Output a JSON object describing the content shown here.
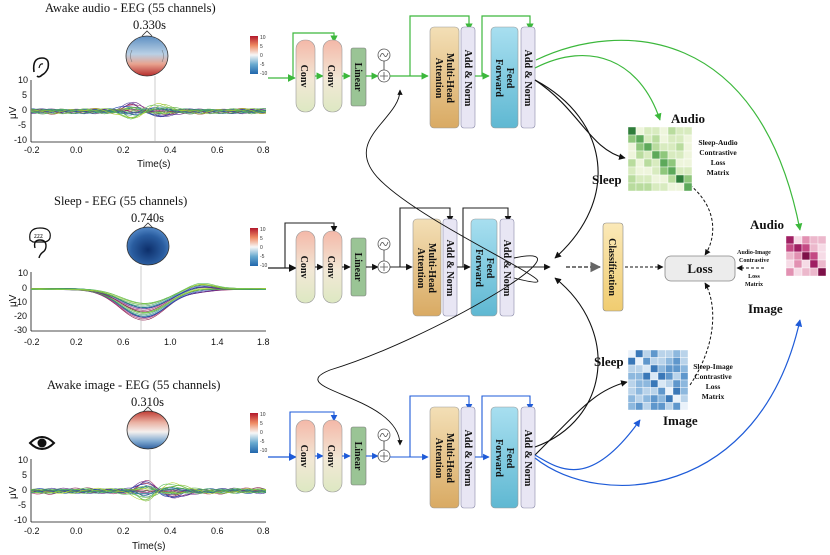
{
  "eeg_panels": [
    {
      "title": "Awake audio - EEG (55 channels)",
      "time": "0.330s",
      "ylabel": "μV",
      "xlabel": "Time(s)",
      "yticks": [
        "10",
        "5",
        "0",
        "-5",
        "-10"
      ],
      "xticks": [
        "-0.2",
        "0.0",
        "0.2",
        "0.4",
        "0.6",
        "0.8"
      ],
      "colorbar": [
        "10",
        "5",
        "0",
        "-5",
        "-10"
      ],
      "icon": "ear-icon"
    },
    {
      "title": "Sleep - EEG (55 channels)",
      "time": "0.740s",
      "ylabel": "μV",
      "xlabel": "",
      "yticks": [
        "10",
        "0",
        "-10",
        "-20",
        "-30"
      ],
      "xticks": [
        "-0.2",
        "0.2",
        "0.6",
        "1.0",
        "1.4",
        "1.8"
      ],
      "colorbar": [
        "10",
        "5",
        "0",
        "-5",
        "-10"
      ],
      "icon": "sleeping-head-icon"
    },
    {
      "title": "Awake image - EEG (55 channels)",
      "time": "0.310s",
      "ylabel": "μV",
      "xlabel": "Time(s)",
      "yticks": [
        "10",
        "5",
        "0",
        "-5",
        "-10"
      ],
      "xticks": [
        "-0.2",
        "0.0",
        "0.2",
        "0.4",
        "0.6",
        "0.8"
      ],
      "colorbar": [
        "10",
        "5",
        "0",
        "-5",
        "-10"
      ],
      "icon": "eye-icon"
    }
  ],
  "blocks": {
    "conv": "Conv",
    "linear": "Linear",
    "mha_line1": "Multi-Head",
    "mha_line2": "Attention",
    "addnorm": "Add & Norm",
    "ff_line1": "Feed",
    "ff_line2": "Forward",
    "classification": "Classification",
    "loss": "Loss"
  },
  "matrices": {
    "audio_title": "Audio",
    "sleep_label_top": "Sleep",
    "sleep_audio_desc": [
      "Sleep-Audio",
      "Contrastive",
      "Loss",
      "Matrix"
    ],
    "sleep_label_bottom": "Sleep",
    "image_title": "Image",
    "sleep_image_desc": [
      "Sleep-Image",
      "Contrastive",
      "Loss",
      "Matrix"
    ],
    "right_audio": "Audio",
    "right_image": "Image",
    "audio_image_desc": [
      "Audio-Image",
      "Contrastive",
      "Loss",
      "Matrix"
    ]
  },
  "colors": {
    "audio": "#3cb83c",
    "image": "#1e5bd8",
    "sleep": "#222222"
  }
}
